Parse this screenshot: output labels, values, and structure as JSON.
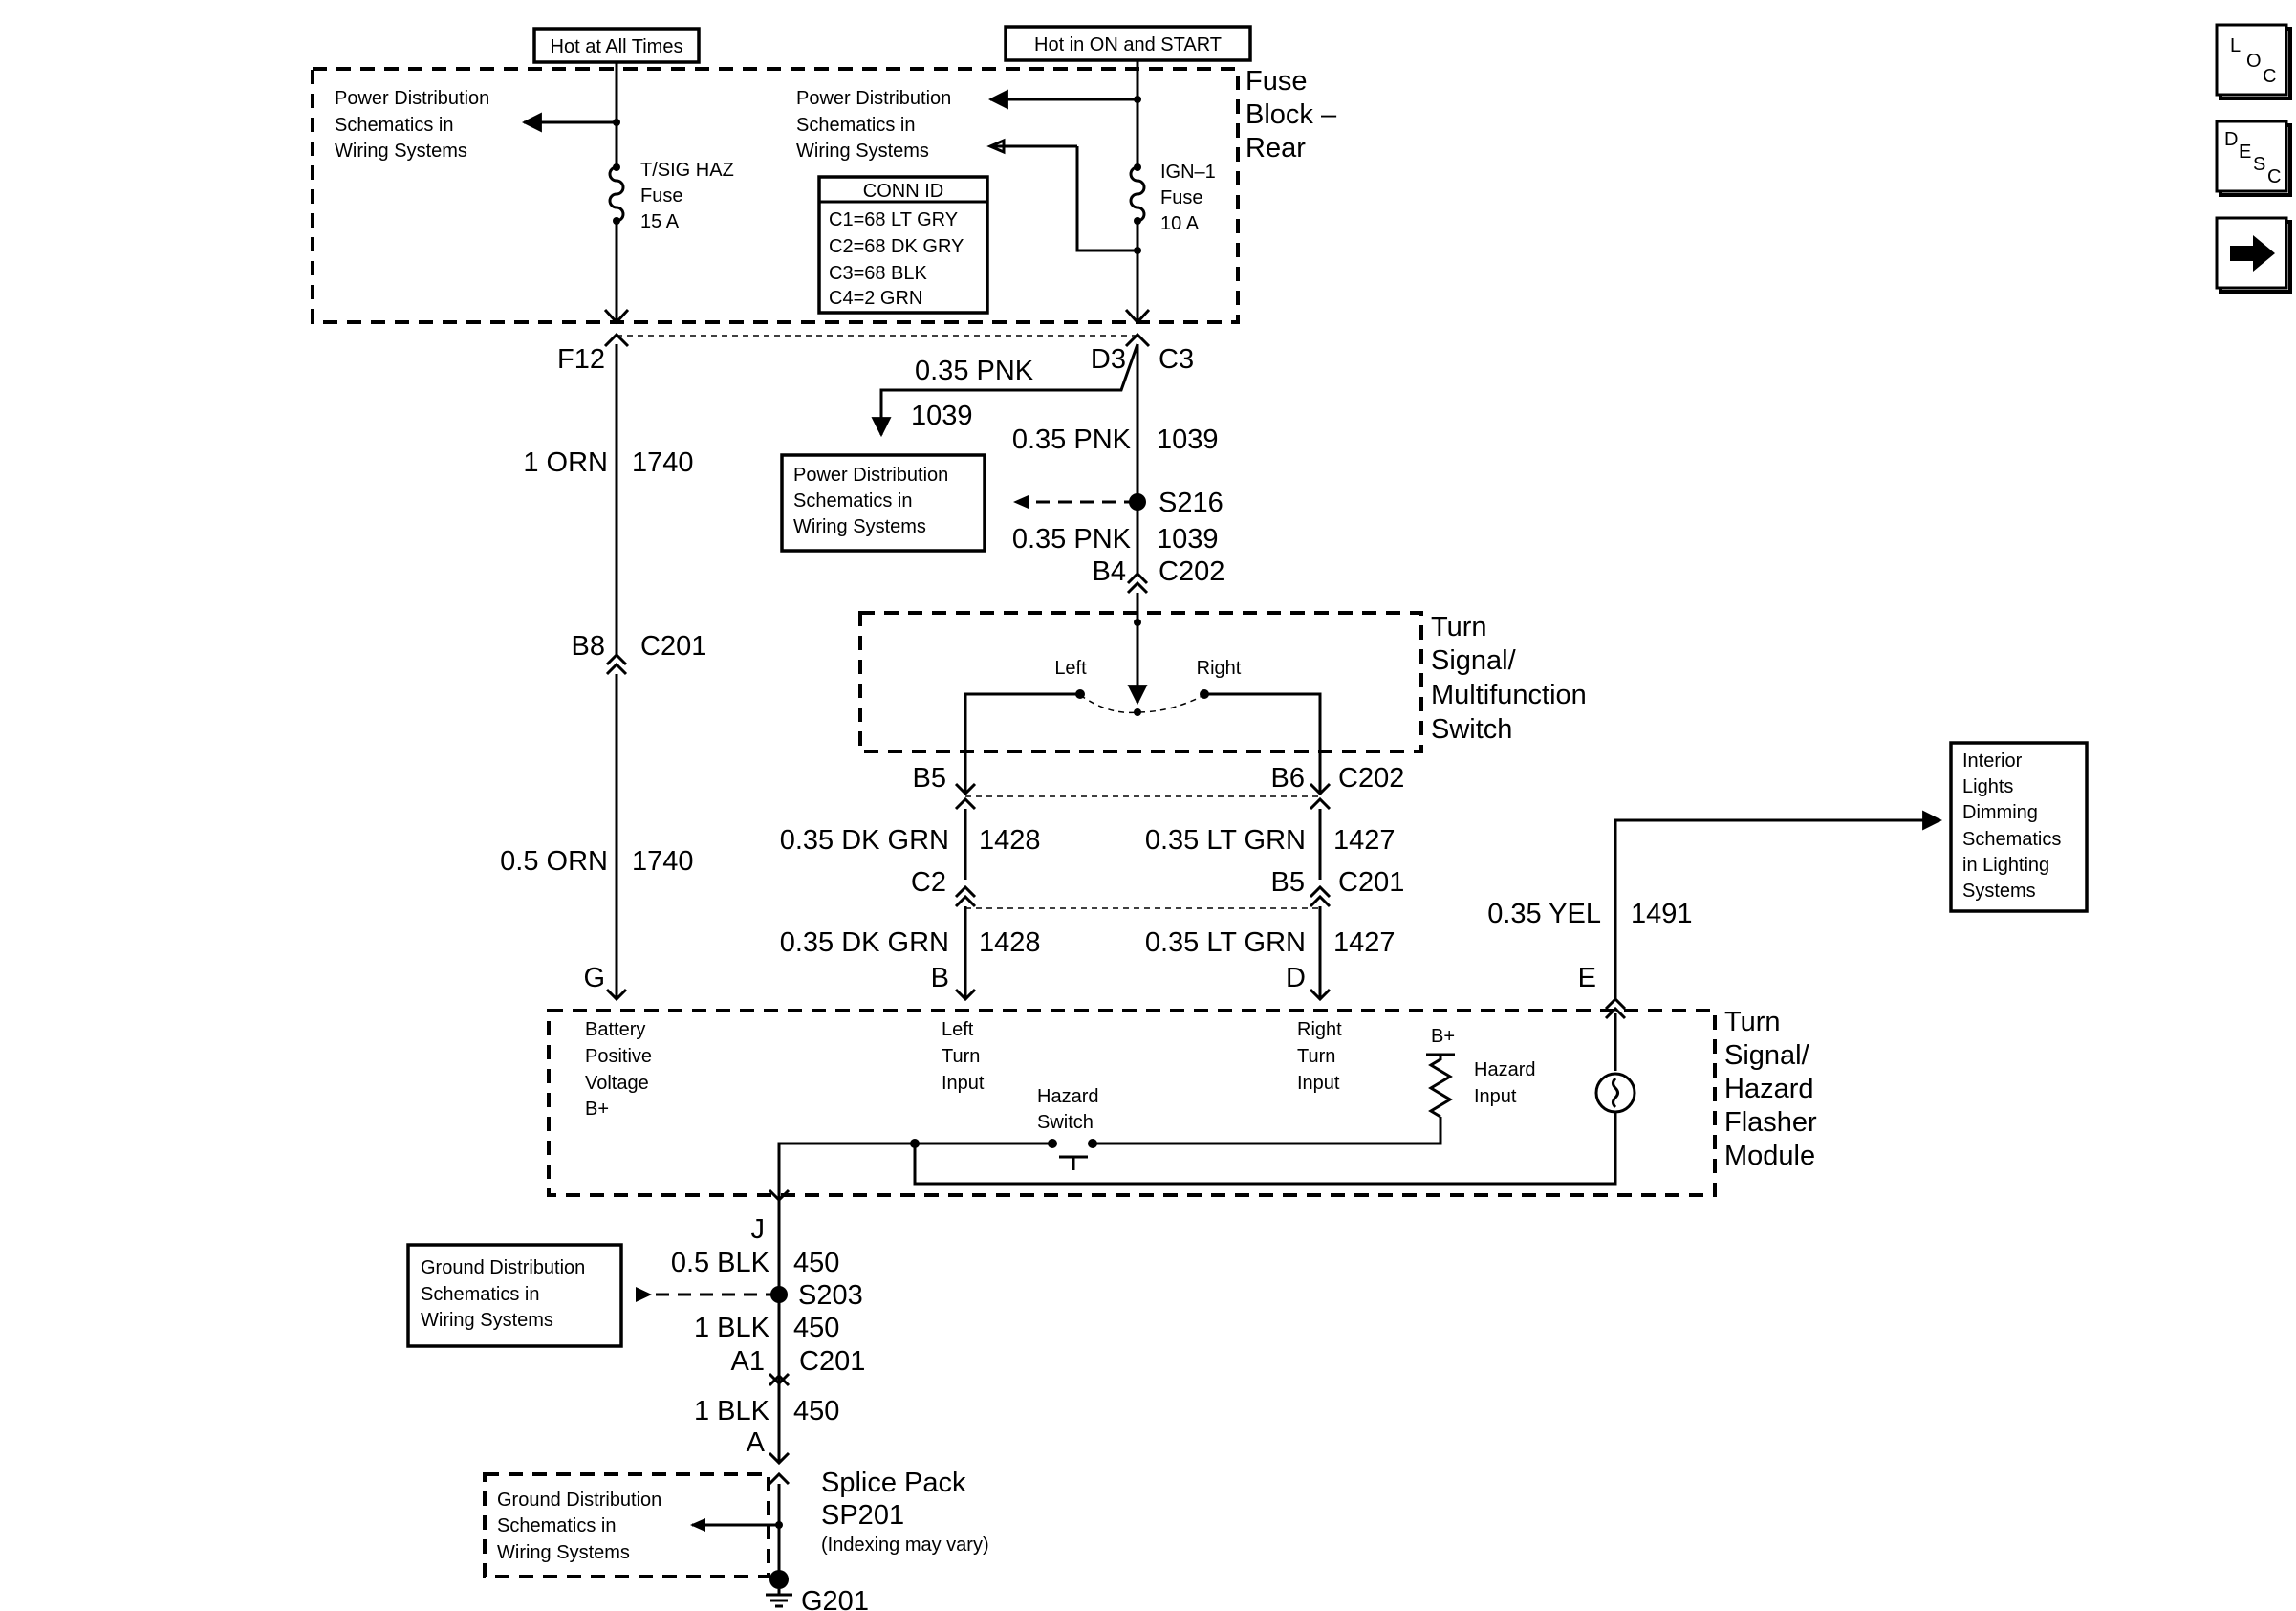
{
  "sources": {
    "hot_all_times": "Hot at All Times",
    "hot_on_start": "Hot in ON and START"
  },
  "fuse_block": {
    "title": [
      "Fuse",
      "Block –",
      "Rear"
    ],
    "pd_left": [
      "Power Distribution",
      "Schematics in",
      "Wiring Systems"
    ],
    "pd_right": [
      "Power Distribution",
      "Schematics in",
      "Wiring Systems"
    ],
    "fuse_left": [
      "T/SIG HAZ",
      "Fuse",
      "15 A"
    ],
    "fuse_right": [
      "IGN–1",
      "Fuse",
      "10 A"
    ],
    "conn_id": {
      "header": "CONN ID",
      "rows": [
        "C1=68 LT GRY",
        "C2=68 DK GRY",
        "C3=68 BLK",
        "C4=2 GRN"
      ]
    }
  },
  "wires": {
    "f12": "F12",
    "d3": "D3",
    "c3": "C3",
    "pnk_branch": "0.35 PNK",
    "pnk_branch_circuit": "1039",
    "pnk_main_1": "0.35 PNK",
    "pnk_main_1_circuit": "1039",
    "orn_1": "1 ORN",
    "orn_1_circuit": "1740",
    "pd_mid": [
      "Power Distribution",
      "Schematics in",
      "Wiring Systems"
    ],
    "s216": "S216",
    "pnk_main_2": "0.35 PNK",
    "pnk_main_2_circuit": "1039",
    "b4": "B4",
    "c202_top": "C202",
    "b8": "B8",
    "c201_left": "C201",
    "orn_2": "0.5 ORN",
    "orn_2_circuit": "1740",
    "b5_top": "B5",
    "b6": "B6",
    "c202_mid": "C202",
    "dkgrn_1": "0.35 DK GRN",
    "dkgrn_1_circuit": "1428",
    "ltgrn_1": "0.35 LT GRN",
    "ltgrn_1_circuit": "1427",
    "c2": "C2",
    "b5_mid": "B5",
    "c201_mid": "C201",
    "dkgrn_2": "0.35 DK GRN",
    "dkgrn_2_circuit": "1428",
    "ltgrn_2": "0.35 LT GRN",
    "ltgrn_2_circuit": "1427",
    "yel": "0.35 YEL",
    "yel_circuit": "1491",
    "pin_g": "G",
    "pin_b": "B",
    "pin_d": "D",
    "pin_e": "E"
  },
  "switch": {
    "title": [
      "Turn",
      "Signal/",
      "Multifunction",
      "Switch"
    ],
    "left": "Left",
    "right": "Right"
  },
  "interior": [
    "Interior",
    "Lights",
    "Dimming",
    "Schematics",
    "in Lighting",
    "Systems"
  ],
  "flasher": {
    "title": [
      "Turn",
      "Signal/",
      "Hazard",
      "Flasher",
      "Module"
    ],
    "battery": [
      "Battery",
      "Positive",
      "Voltage",
      "B+"
    ],
    "left_input": [
      "Left",
      "Turn",
      "Input"
    ],
    "right_input": [
      "Right",
      "Turn",
      "Input"
    ],
    "hazard_switch": [
      "Hazard",
      "Switch"
    ],
    "bplus": "B+",
    "hazard_input": [
      "Hazard",
      "Input"
    ]
  },
  "ground": {
    "pin_j": "J",
    "blk_1": "0.5 BLK",
    "blk_1_circuit": "450",
    "s203": "S203",
    "gd_mid": [
      "Ground Distribution",
      "Schematics in",
      "Wiring Systems"
    ],
    "blk_2": "1 BLK",
    "blk_2_circuit": "450",
    "a1": "A1",
    "c201": "C201",
    "blk_3": "1 BLK",
    "blk_3_circuit": "450",
    "pin_a": "A",
    "splice_title": [
      "Splice Pack",
      "SP201"
    ],
    "splice_note": "(Indexing may vary)",
    "gd_bottom": [
      "Ground Distribution",
      "Schematics in",
      "Wiring Systems"
    ],
    "g201": "G201"
  },
  "nav": {
    "loc": [
      "L",
      "O",
      "C"
    ],
    "desc": [
      "D",
      "E",
      "S",
      "C"
    ],
    "next_icon": "arrow-right-icon"
  }
}
